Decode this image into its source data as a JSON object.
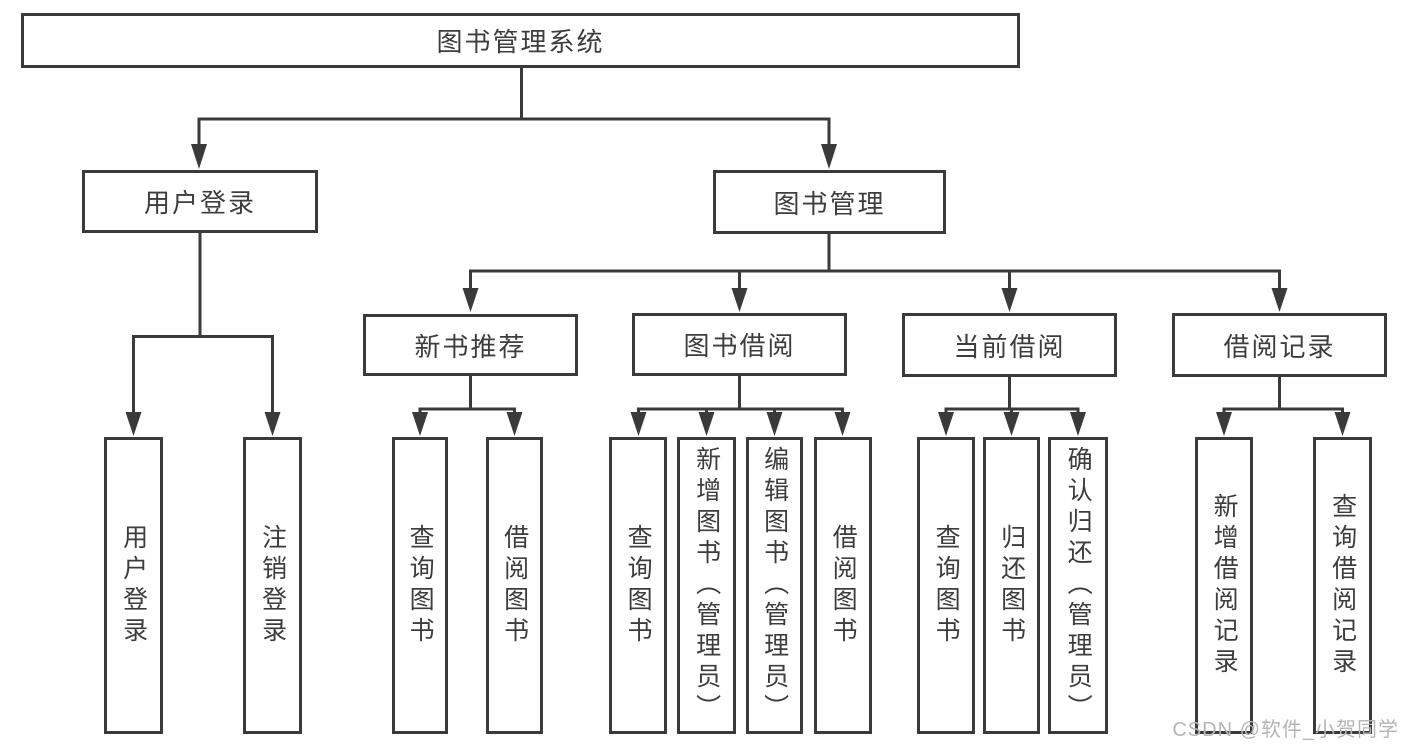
{
  "title": "图书管理系统",
  "level1": {
    "user_login": "用户登录",
    "book_mgmt": "图书管理"
  },
  "level2": {
    "new_book_rec": "新书推荐",
    "book_borrow": "图书借阅",
    "current_borrow": "当前借阅",
    "borrow_records": "借阅记录"
  },
  "leaves": [
    "用户登录",
    "注销登录",
    "查询图书",
    "借阅图书",
    "查询图书",
    "新增图书（管理员）",
    "编辑图书（管理员）",
    "借阅图书",
    "查询图书",
    "归还图书",
    "确认归还（管理员）",
    "新增借阅记录",
    "查询借阅记录"
  ],
  "watermark": "CSDN @软件_小贺同学",
  "colors": {
    "line": "#3a3a3a",
    "text": "#3d3d3d",
    "watermark": "#b5b5b5",
    "background": "#ffffff"
  }
}
